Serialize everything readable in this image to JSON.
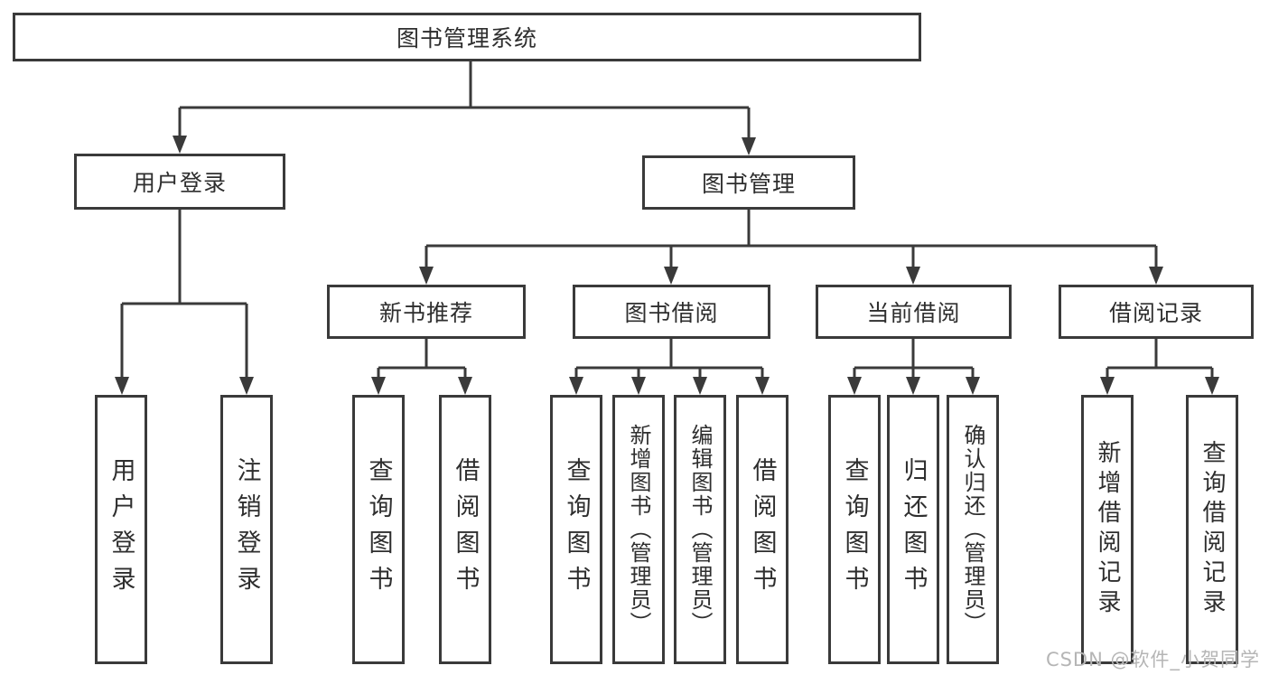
{
  "colors": {
    "line": "#3a3a3a",
    "text": "#2e2e2e",
    "background": "#ffffff",
    "watermark": "#b5b5b5"
  },
  "watermark": "CSDN @软件_小贺同学",
  "nodes": {
    "root": {
      "label": "图书管理系统"
    },
    "login": {
      "label": "用户登录"
    },
    "mgmt": {
      "label": "图书管理"
    },
    "newbook": {
      "label": "新书推荐"
    },
    "borrow": {
      "label": "图书借阅"
    },
    "current": {
      "label": "当前借阅"
    },
    "records": {
      "label": "借阅记录"
    },
    "login_user": {
      "label": "用户登录"
    },
    "login_logout": {
      "label": "注销登录"
    },
    "newbook_query": {
      "label": "查询图书"
    },
    "newbook_borrow": {
      "label": "借阅图书"
    },
    "borrow_query": {
      "label": "查询图书"
    },
    "borrow_add": {
      "label": "新增图书（管理员）"
    },
    "borrow_edit": {
      "label": "编辑图书（管理员）"
    },
    "borrow_lend": {
      "label": "借阅图书"
    },
    "current_query": {
      "label": "查询图书"
    },
    "current_return": {
      "label": "归还图书"
    },
    "current_confirm": {
      "label": "确认归还（管理员）"
    },
    "records_add": {
      "label": "新增借阅记录"
    },
    "records_query": {
      "label": "查询借阅记录"
    }
  },
  "hierarchy": {
    "图书管理系统": {
      "用户登录": [
        "用户登录",
        "注销登录"
      ],
      "图书管理": {
        "新书推荐": [
          "查询图书",
          "借阅图书"
        ],
        "图书借阅": [
          "查询图书",
          "新增图书（管理员）",
          "编辑图书（管理员）",
          "借阅图书"
        ],
        "当前借阅": [
          "查询图书",
          "归还图书",
          "确认归还（管理员）"
        ],
        "借阅记录": [
          "新增借阅记录",
          "查询借阅记录"
        ]
      }
    }
  }
}
